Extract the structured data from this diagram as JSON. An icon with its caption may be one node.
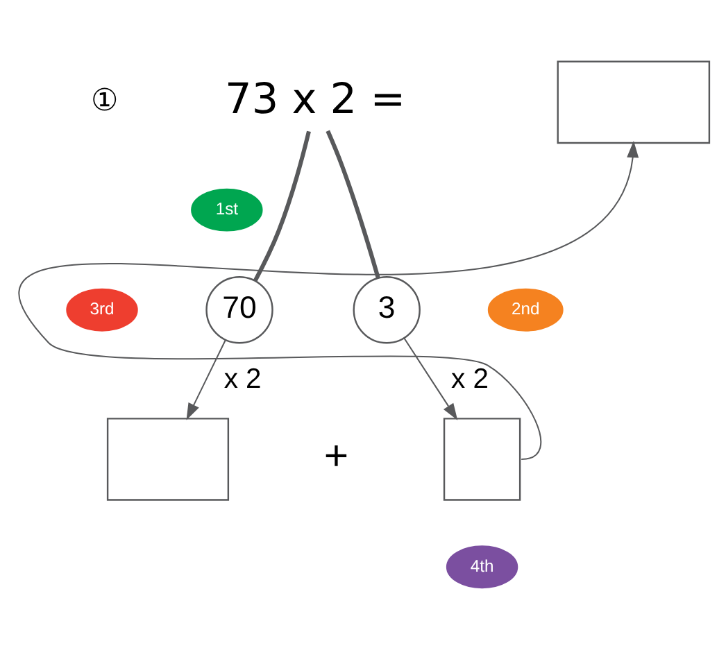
{
  "diagram": {
    "nodes": [
      {
        "text": [
          "73 x 2 ="
        ]
      },
      {
        "text": [],
        "shape": "box"
      },
      {
        "text": [
          "1st"
        ]
      },
      {
        "text": [
          "3rd"
        ]
      },
      {
        "text": [
          "70"
        ]
      },
      {
        "text": [
          "3"
        ]
      },
      {
        "text": [
          "2nd"
        ]
      },
      {
        "text": [],
        "shape": "box"
      },
      {
        "text": [],
        "shape": "box"
      },
      {
        "text": [
          "4th"
        ]
      }
    ],
    "edges": [
      {
        "from": 0,
        "to": 4,
        "arrow": "none",
        "style": "thick"
      },
      {
        "from": 0,
        "to": 5,
        "arrow": "none",
        "style": "thick"
      },
      {
        "from": 4,
        "to": 7,
        "arrow": "to",
        "label": "x 2"
      },
      {
        "from": 5,
        "to": 8,
        "arrow": "to",
        "label": "x 2"
      },
      {
        "from": 8,
        "to": 1,
        "arrow": "to"
      }
    ],
    "labels": [
      "①",
      "+"
    ]
  }
}
